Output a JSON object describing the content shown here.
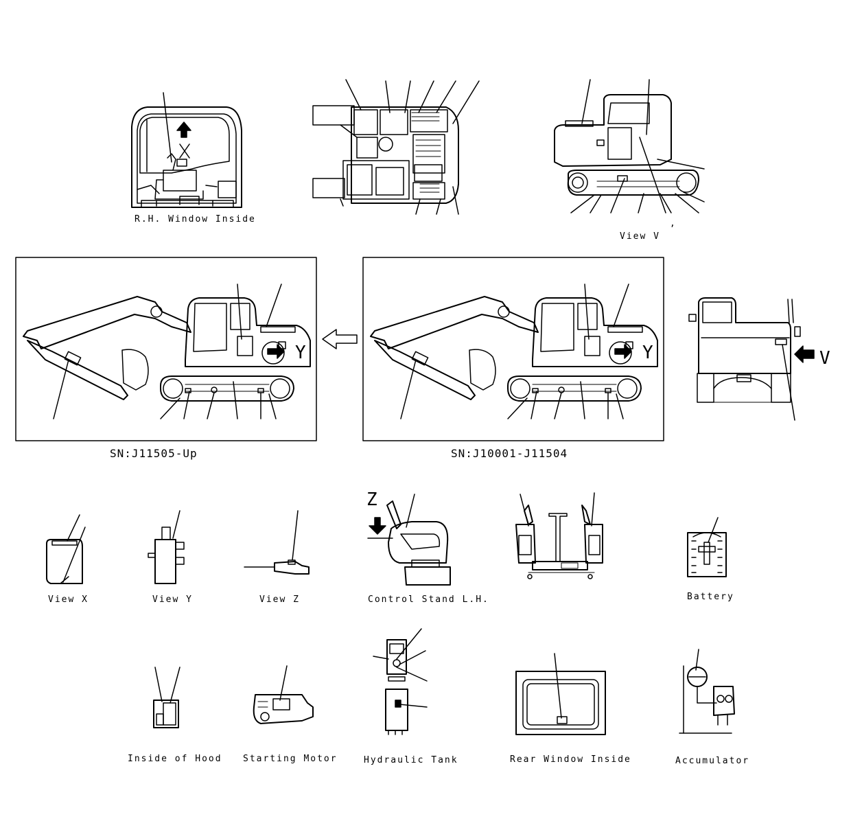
{
  "views": {
    "rh_window": "R.H. Window Inside",
    "view_v": "View V",
    "sn_new": "SN:J11505-Up",
    "sn_old": "SN:J10001-J11504",
    "view_x": "View X",
    "view_y": "View Y",
    "view_z": "View Z",
    "control_stand": "Control Stand L.H.",
    "battery": "Battery",
    "inside_hood": "Inside of Hood",
    "starting_motor": "Starting Motor",
    "hydraulic_tank": "Hydraulic Tank",
    "rear_window": "Rear Window Inside",
    "accumulator": "Accumulator"
  },
  "markers": {
    "x": "X",
    "y": "Y",
    "z": "Z",
    "v": "V",
    "comma": ","
  }
}
